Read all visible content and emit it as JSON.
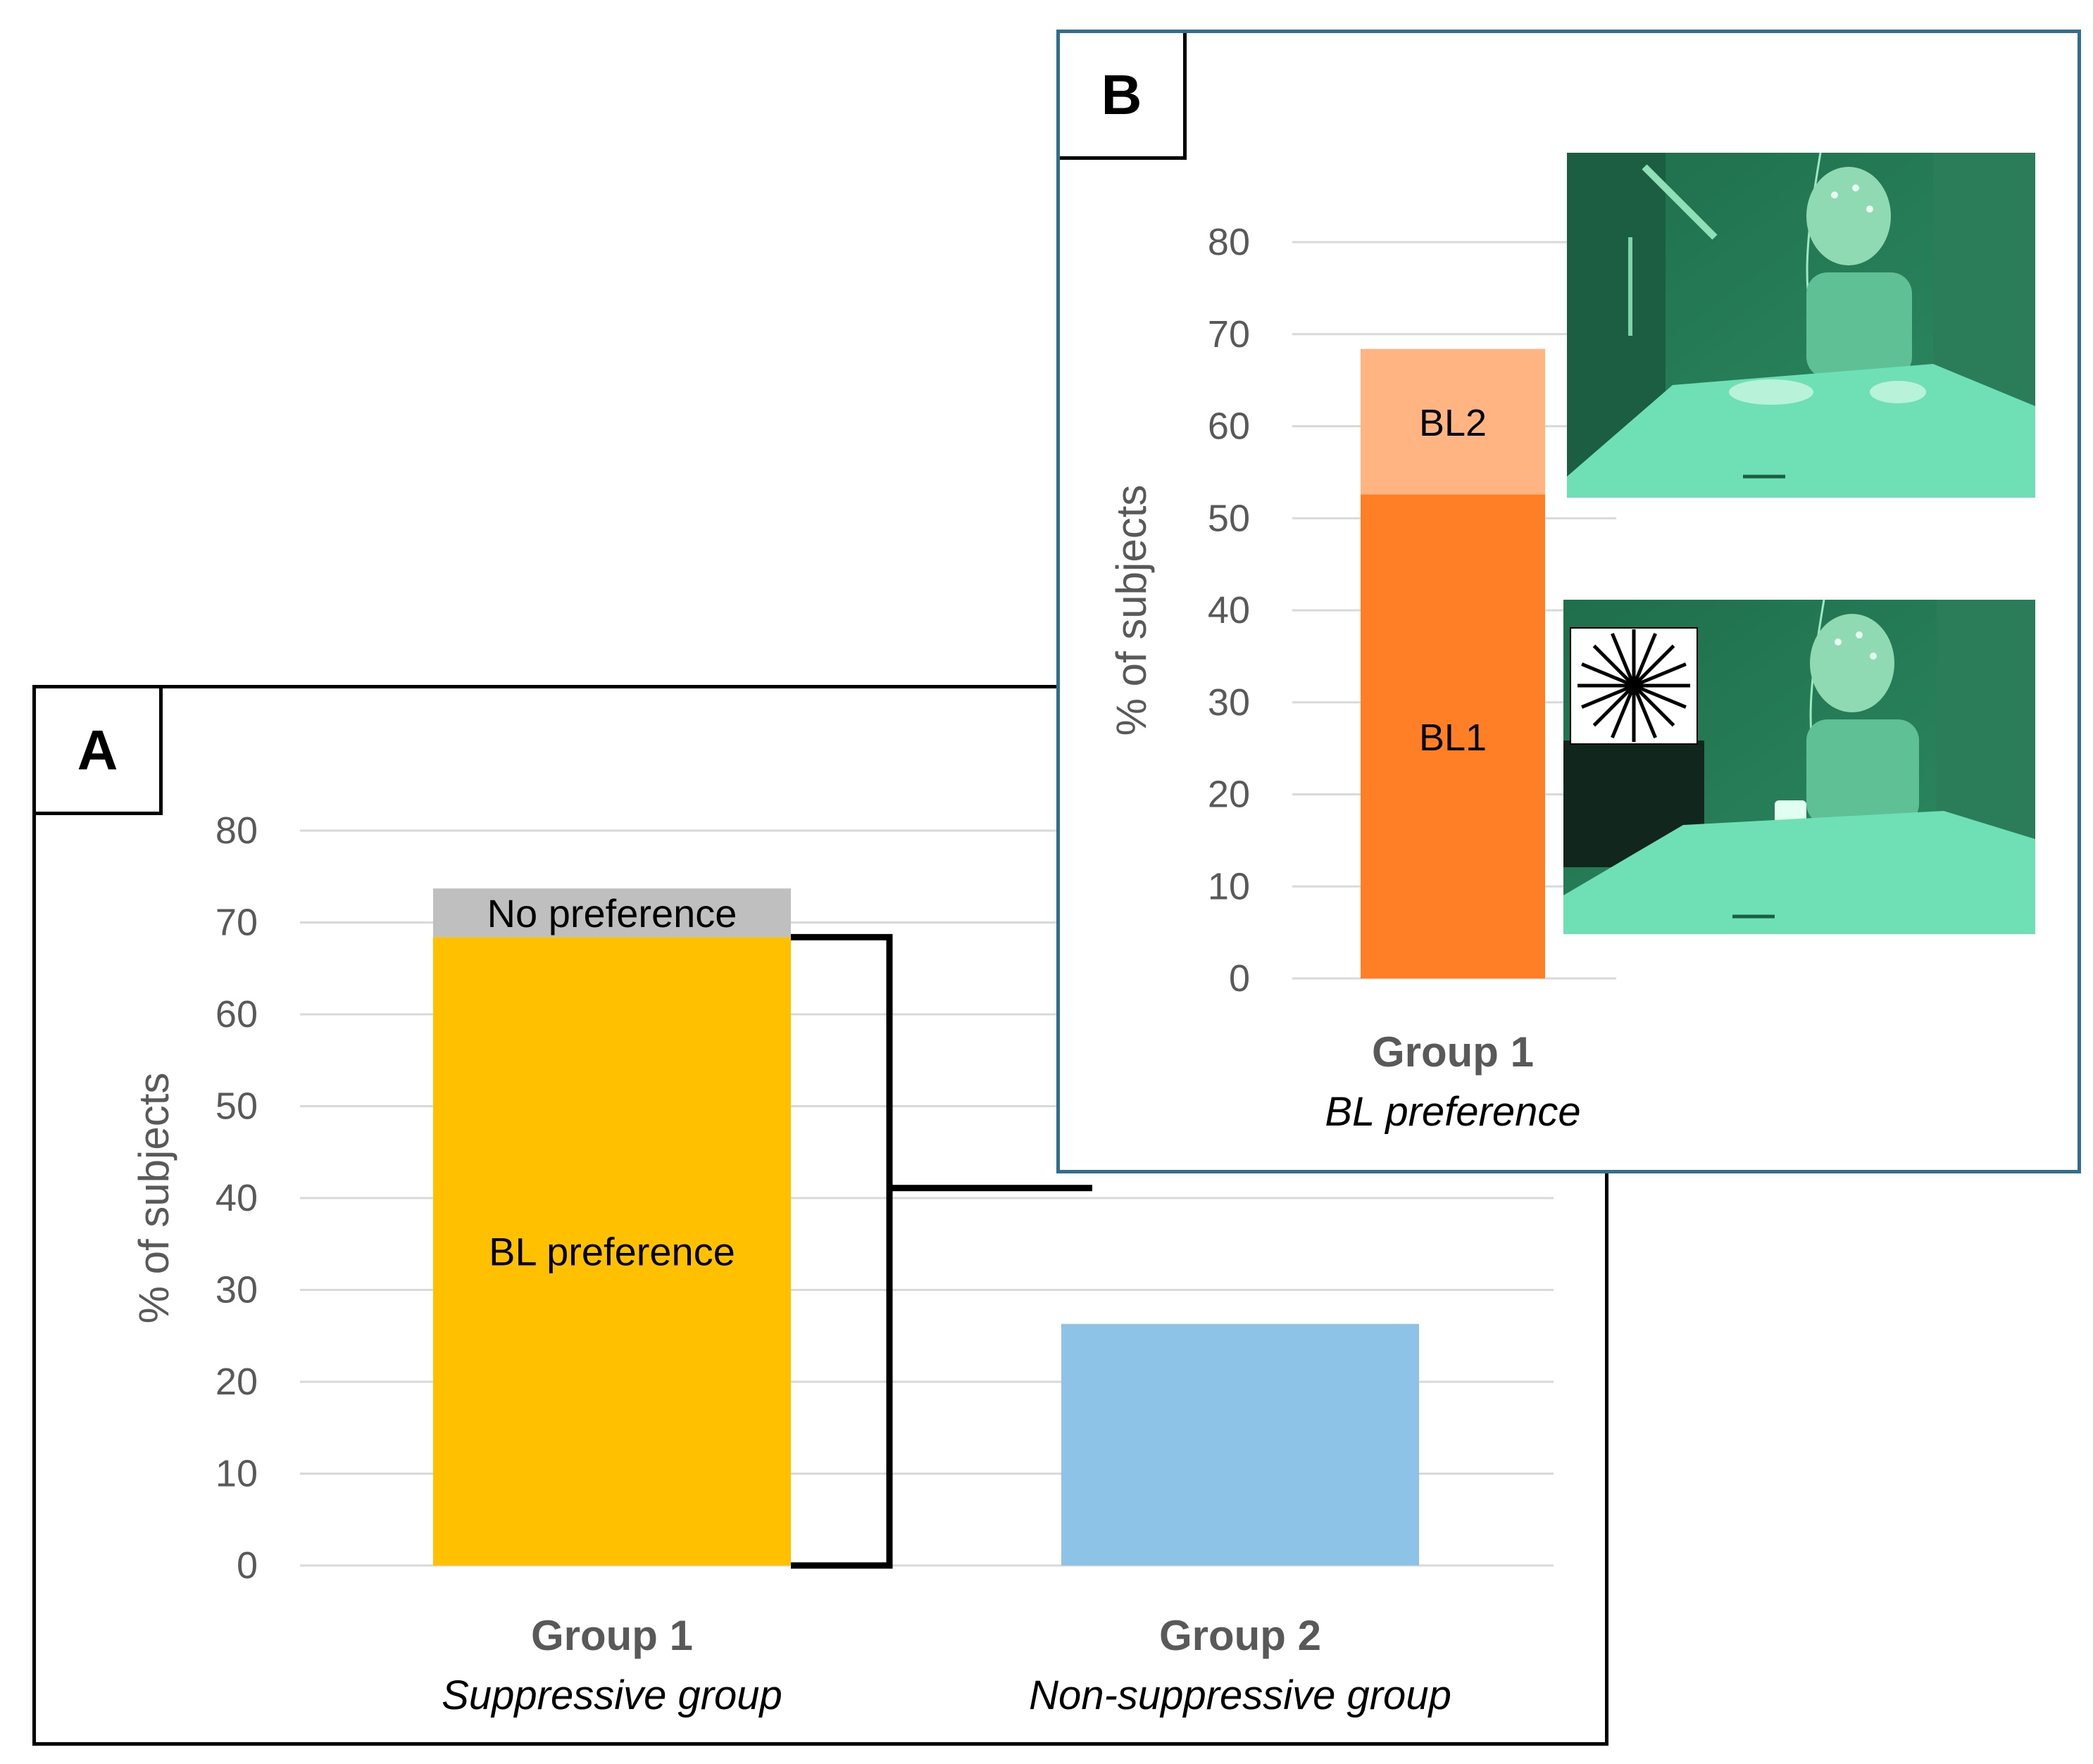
{
  "colors": {
    "bl_preference": "#FFC000",
    "no_preference": "#BFBFBF",
    "group2": "#8DC3E6",
    "bl1": "#FF7F27",
    "bl2": "#FFB482",
    "grid": "#D9D9D9",
    "tick_text": "#595959",
    "panel_b_border": "#2E6E8E",
    "photo_tint": "#2FA67A"
  },
  "panel_a": {
    "letter": "A",
    "chart_data": {
      "type": "bar",
      "stacked": true,
      "ylabel": "% of subjects",
      "ylim": [
        0,
        80
      ],
      "yticks": [
        0,
        10,
        20,
        30,
        40,
        50,
        60,
        70,
        80
      ],
      "grid": true,
      "categories": [
        {
          "name": "Group 1",
          "subtitle": "Suppressive group"
        },
        {
          "name": "Group 2",
          "subtitle": "Non-suppressive group"
        }
      ],
      "series": [
        {
          "name": "BL preference",
          "values": [
            68.4,
            26.3
          ],
          "color_key": "bl_preference",
          "label_shown": [
            true,
            false
          ]
        },
        {
          "name": "No preference",
          "values": [
            5.3,
            0
          ],
          "color_key": "no_preference",
          "label_shown": [
            true,
            false
          ]
        }
      ],
      "annotations": [
        "bracket between Group 1 and Group 2"
      ]
    }
  },
  "panel_b": {
    "letter": "B",
    "chart_data": {
      "type": "bar",
      "stacked": true,
      "ylabel": "% of subjects",
      "ylim": [
        0,
        80
      ],
      "yticks": [
        0,
        10,
        20,
        30,
        40,
        50,
        60,
        70,
        80
      ],
      "grid": true,
      "categories": [
        {
          "name": "Group 1",
          "subtitle": "BL preference"
        }
      ],
      "series": [
        {
          "name": "BL1",
          "values": [
            52.6
          ],
          "color_key": "bl1"
        },
        {
          "name": "BL2",
          "values": [
            15.8
          ],
          "color_key": "bl2"
        }
      ]
    },
    "photos": [
      {
        "icon": "child-at-table-photo"
      },
      {
        "icon": "child-with-cup-and-radial-stimulus-photo"
      }
    ]
  }
}
